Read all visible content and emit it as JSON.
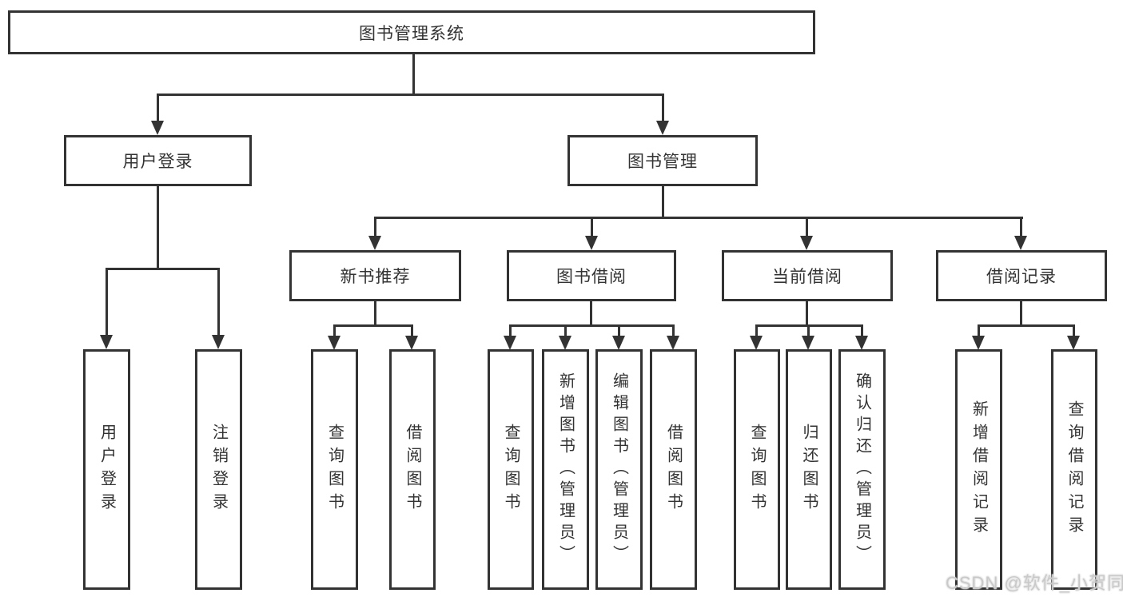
{
  "colors": {
    "line": "#333333",
    "box_fill": "#ffffff",
    "text": "#333333",
    "watermark_text": "#c9c9c9"
  },
  "watermark": {
    "text": "CSDN @软件_小贺同学"
  },
  "tree": {
    "root": {
      "label": "图书管理系统",
      "children": [
        {
          "label": "用户登录",
          "children": [
            {
              "label": "用户登录"
            },
            {
              "label": "注销登录"
            }
          ]
        },
        {
          "label": "图书管理",
          "children": [
            {
              "label": "新书推荐",
              "children": [
                {
                  "label": "查询图书"
                },
                {
                  "label": "借阅图书"
                }
              ]
            },
            {
              "label": "图书借阅",
              "children": [
                {
                  "label": "查询图书"
                },
                {
                  "label": "新增图书（管理员）"
                },
                {
                  "label": "编辑图书（管理员）"
                },
                {
                  "label": "借阅图书"
                }
              ]
            },
            {
              "label": "当前借阅",
              "children": [
                {
                  "label": "查询图书"
                },
                {
                  "label": "归还图书"
                },
                {
                  "label": "确认归还（管理员）"
                }
              ]
            },
            {
              "label": "借阅记录",
              "children": [
                {
                  "label": "新增借阅记录"
                },
                {
                  "label": "查询借阅记录"
                }
              ]
            }
          ]
        }
      ]
    }
  }
}
